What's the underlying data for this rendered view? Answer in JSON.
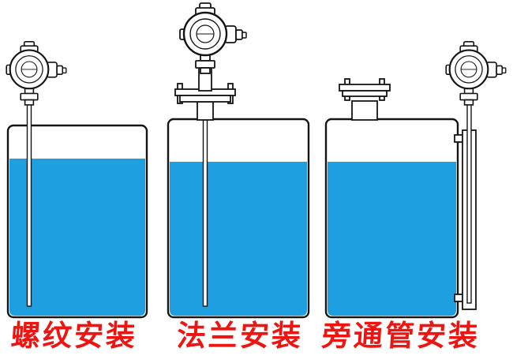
{
  "diagram": {
    "name": "level-transmitter-installation-methods",
    "colors": {
      "liquid": "#1e9fe0",
      "outline": "#151515",
      "label": "#ee1511"
    },
    "labels": [
      {
        "id": "threaded",
        "text": "螺纹安装"
      },
      {
        "id": "flange",
        "text": "法兰安装"
      },
      {
        "id": "bypass",
        "text": "旁通管安装"
      }
    ]
  }
}
